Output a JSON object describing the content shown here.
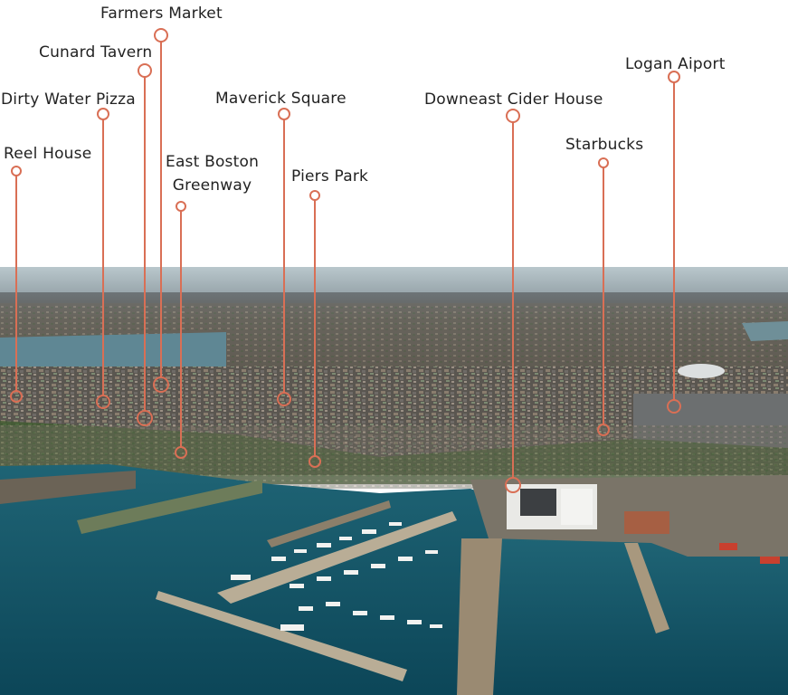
{
  "landmarks": [
    {
      "id": "reel-house",
      "label": "Reel House"
    },
    {
      "id": "dirty-water-pizza",
      "label": "Dirty Water Pizza"
    },
    {
      "id": "cunard-tavern",
      "label": "Cunard Tavern"
    },
    {
      "id": "farmers-market",
      "label": "Farmers Market"
    },
    {
      "id": "east-boston-greenway",
      "label": [
        "East Boston",
        "Greenway"
      ]
    },
    {
      "id": "maverick-square",
      "label": "Maverick Square"
    },
    {
      "id": "piers-park",
      "label": "Piers Park"
    },
    {
      "id": "downeast-cider-house",
      "label": "Downeast Cider House"
    },
    {
      "id": "starbucks",
      "label": "Starbucks"
    },
    {
      "id": "logan-airport",
      "label": "Logan Aiport"
    }
  ],
  "colors": {
    "pin": "#d96f55",
    "label_text": "#222222",
    "background": "#ffffff",
    "water": "#0f4f63"
  }
}
